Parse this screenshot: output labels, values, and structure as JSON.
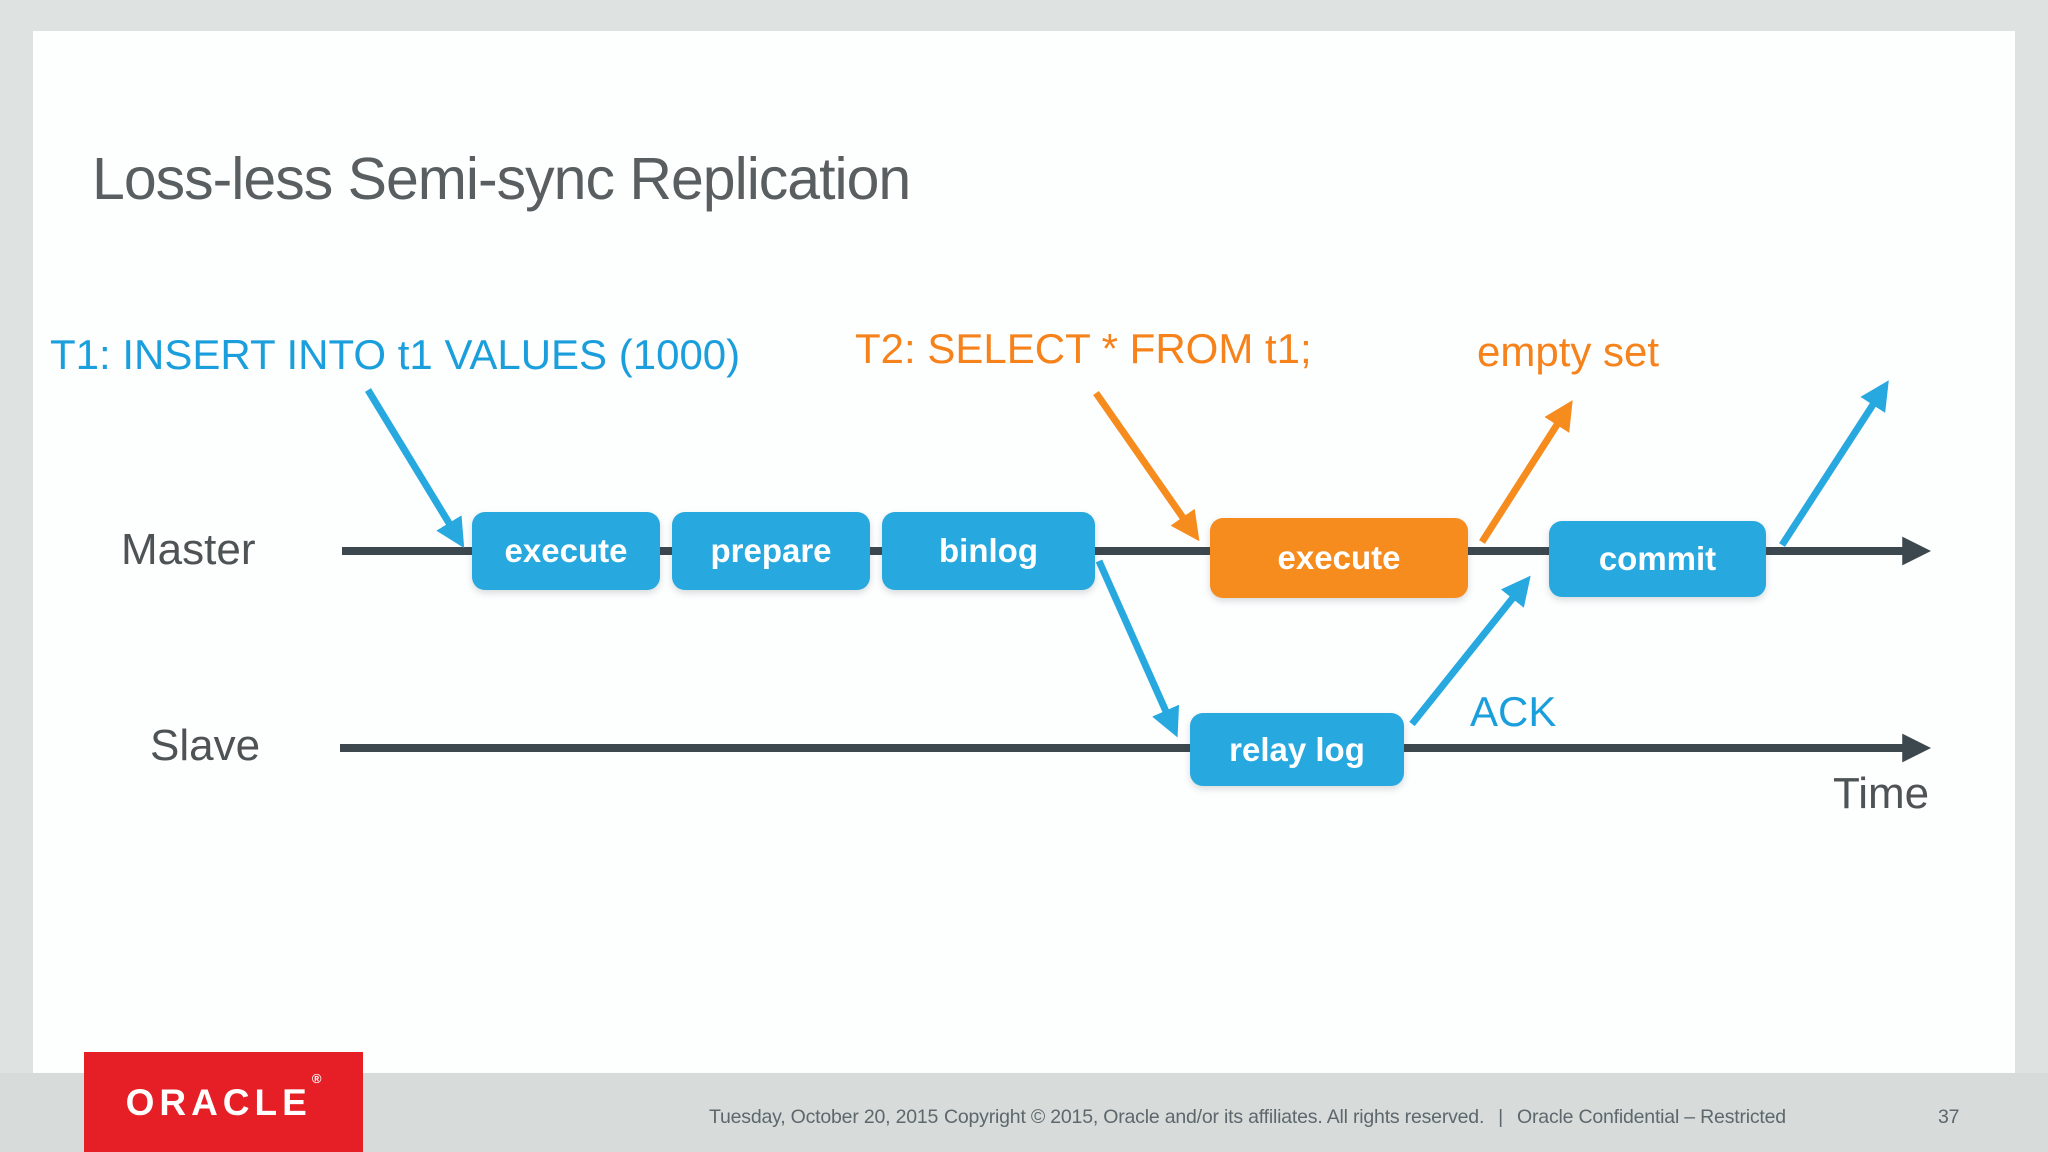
{
  "title": "Loss-less Semi-sync Replication",
  "labels": {
    "t1_query": "T1: INSERT INTO t1 VALUES (1000)",
    "t2_query": "T2: SELECT * FROM t1;",
    "empty_set": "empty set",
    "ack": "ACK",
    "time": "Time",
    "master": "Master",
    "slave": "Slave"
  },
  "steps": {
    "master_execute": "execute",
    "prepare": "prepare",
    "binlog": "binlog",
    "t2_execute": "execute",
    "commit": "commit",
    "relay_log": "relay log"
  },
  "footer": {
    "logo_text": "ORACLE",
    "logo_mark": "®",
    "date": "Tuesday, October 20, 2015",
    "copyright": "Copyright © 2015, Oracle and/or its affiliates. All rights reserved.",
    "separator": "|",
    "classification": "Oracle Confidential – Restricted",
    "page_number": "37"
  },
  "colors": {
    "step_blue": "#27a9e0",
    "step_orange": "#f68b1e",
    "annotation_blue": "#1b9fdc",
    "annotation_orange": "#f6821c",
    "timeline_dark": "#3d474e",
    "title_gray": "#595e61",
    "oracle_red": "#e61f26",
    "footer_band": "#d7dcda",
    "page_background": "#dee2e0"
  }
}
